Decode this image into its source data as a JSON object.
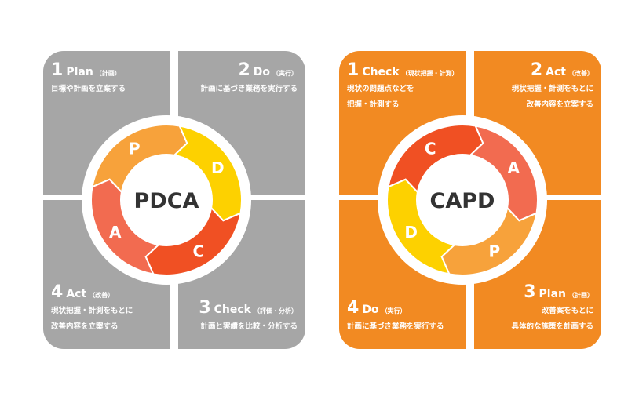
{
  "pdca": {
    "center": "PDCA",
    "colors": {
      "panel": "#a6a6a6"
    },
    "quadrants": [
      {
        "num": "1",
        "name": "Plan",
        "sub": "（計画）",
        "desc": [
          "目標や計画を立案する"
        ]
      },
      {
        "num": "2",
        "name": "Do",
        "sub": "（実行）",
        "desc": [
          "計画に基づき業務を実行する"
        ]
      },
      {
        "num": "3",
        "name": "Check",
        "sub": "（評価・分析）",
        "desc": [
          "計画と実績を比較・分析する"
        ]
      },
      {
        "num": "4",
        "name": "Act",
        "sub": "（改善）",
        "desc": [
          "現状把握・計測をもとに",
          "改善内容を立案する"
        ]
      }
    ],
    "segments": [
      {
        "letter": "P",
        "color": "#f7a23b"
      },
      {
        "letter": "D",
        "color": "#fdd100"
      },
      {
        "letter": "C",
        "color": "#f05023"
      },
      {
        "letter": "A",
        "color": "#f26b50"
      }
    ]
  },
  "capd": {
    "center": "CAPD",
    "colors": {
      "panel": "#f28a22"
    },
    "quadrants": [
      {
        "num": "1",
        "name": "Check",
        "sub": "（現状把握・計測）",
        "desc": [
          "現状の問題点などを",
          "把握・計測する"
        ]
      },
      {
        "num": "2",
        "name": "Act",
        "sub": "（改善）",
        "desc": [
          "現状把握・計測をもとに",
          "改善内容を立案する"
        ]
      },
      {
        "num": "3",
        "name": "Plan",
        "sub": "（計画）",
        "desc": [
          "改善案をもとに",
          "具体的な施策を計画する"
        ]
      },
      {
        "num": "4",
        "name": "Do",
        "sub": "（実行）",
        "desc": [
          "計画に基づき業務を実行する"
        ]
      }
    ],
    "segments": [
      {
        "letter": "C",
        "color": "#f05023"
      },
      {
        "letter": "A",
        "color": "#f26b50"
      },
      {
        "letter": "P",
        "color": "#f7a23b"
      },
      {
        "letter": "D",
        "color": "#fdd100"
      }
    ]
  }
}
